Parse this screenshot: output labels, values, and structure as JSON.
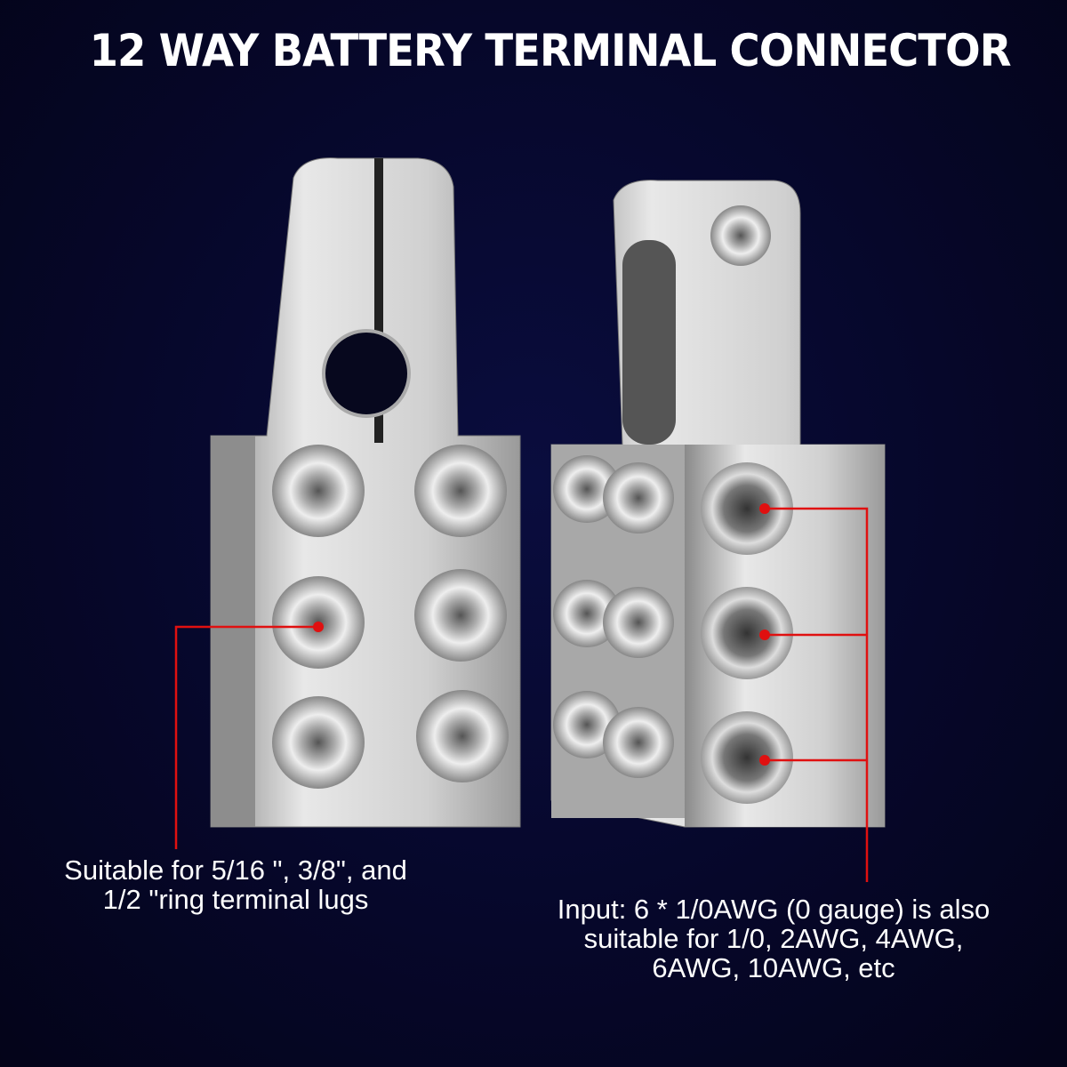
{
  "title": "12 WAY BATTERY TERMINAL CONNECTOR",
  "callouts": {
    "left": [
      "Suitable for 5/16 \", 3/8\", and",
      "1/2 \"ring terminal lugs"
    ],
    "right": [
      "Input: 6 * 1/0AWG (0 gauge) is also",
      "suitable for 1/0, 2AWG, 4AWG,",
      "6AWG, 10AWG, etc"
    ]
  },
  "colors": {
    "background": "#06072a",
    "callout_line": "#e01010",
    "metal": "#c9c9c9"
  }
}
